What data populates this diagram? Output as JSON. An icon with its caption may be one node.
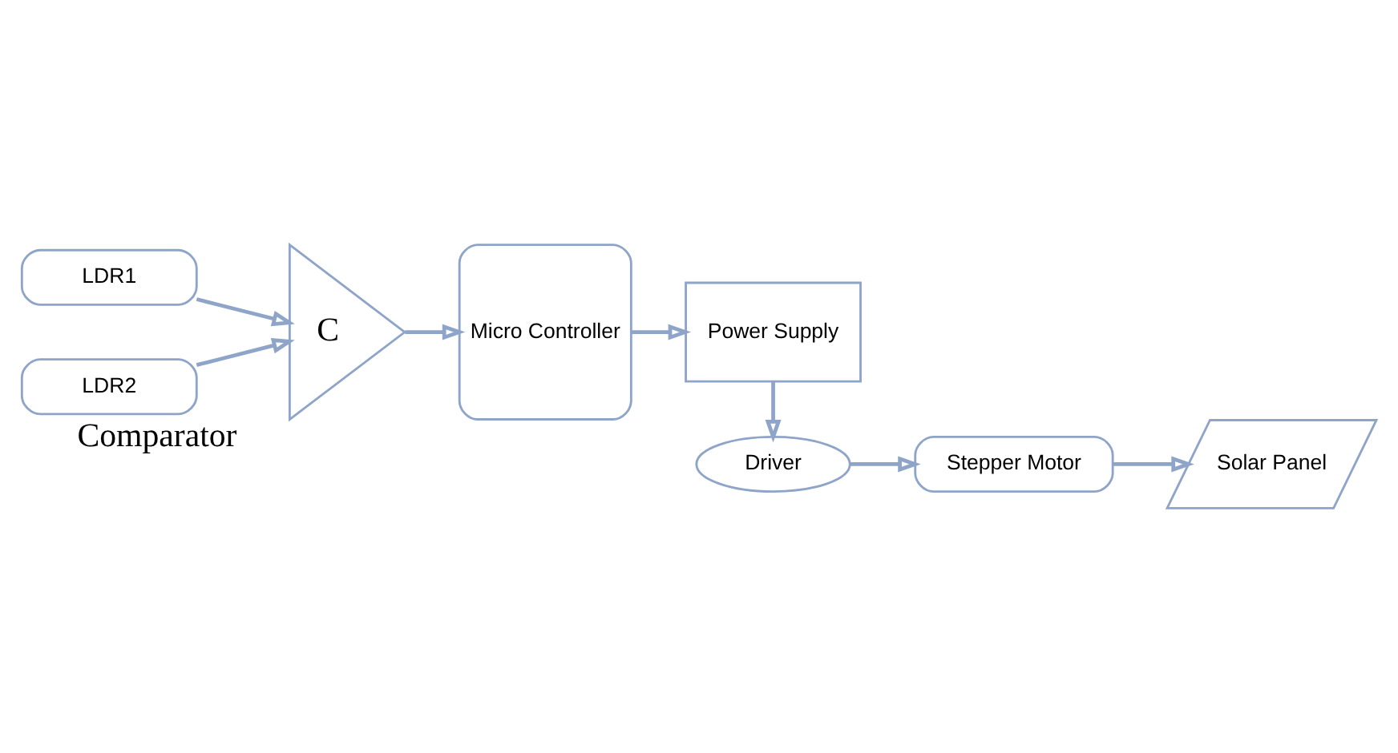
{
  "diagram": {
    "nodes": [
      {
        "text": [
          "LDR1"
        ]
      },
      {
        "text": [
          "LDR2"
        ]
      },
      {
        "text": [
          "Comparator",
          "C"
        ]
      },
      {
        "text": [
          "Micro Controller"
        ]
      },
      {
        "text": [
          "Power Supply"
        ]
      },
      {
        "text": [
          "Driver"
        ]
      },
      {
        "text": [
          "Stepper Motor"
        ]
      },
      {
        "text": [
          "Solar Panel"
        ]
      }
    ],
    "edges": [
      {
        "from": 0,
        "to": 2,
        "arrow": "to"
      },
      {
        "from": 1,
        "to": 2,
        "arrow": "to"
      },
      {
        "from": 2,
        "to": 3,
        "arrow": "to"
      },
      {
        "from": 3,
        "to": 4,
        "arrow": "to"
      },
      {
        "from": 4,
        "to": 5,
        "arrow": "to"
      },
      {
        "from": 5,
        "to": 6,
        "arrow": "to"
      },
      {
        "from": 6,
        "to": 7,
        "arrow": "to"
      }
    ]
  }
}
